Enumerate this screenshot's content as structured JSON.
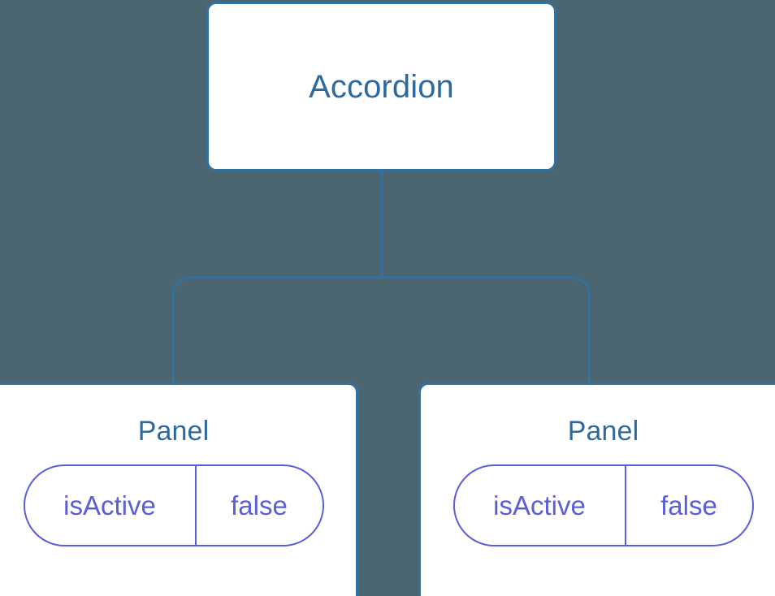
{
  "diagram": {
    "type": "component-tree",
    "background_color": "#4b6670",
    "node_border_color": "#33719f",
    "node_fill_color": "#ffffff",
    "node_title_color": "#2e6a9e",
    "pill_color": "#5b5ed6",
    "connector_color": "#33719f",
    "root": {
      "label": "Accordion"
    },
    "children": [
      {
        "label": "Panel",
        "state": {
          "key": "isActive",
          "value": "false"
        }
      },
      {
        "label": "Panel",
        "state": {
          "key": "isActive",
          "value": "false"
        }
      }
    ]
  }
}
